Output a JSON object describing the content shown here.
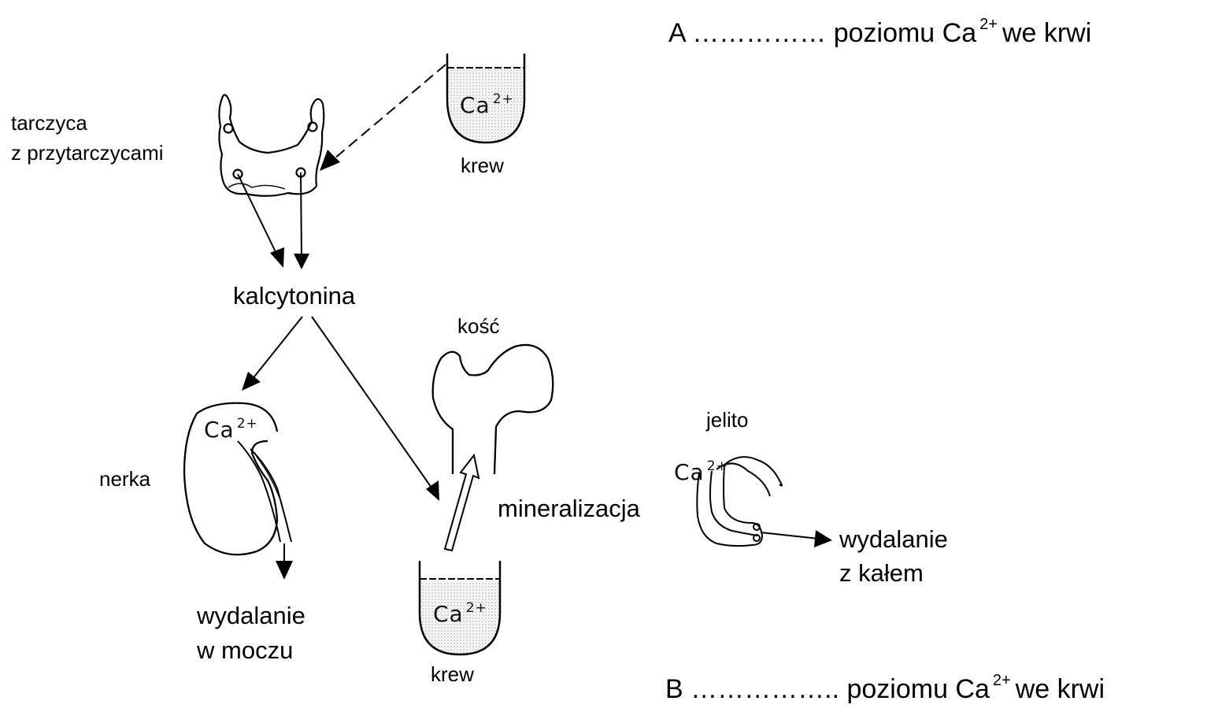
{
  "header_a": {
    "prefix": "A …………… poziomu Ca",
    "sup": "2+",
    "suffix": "we krwi"
  },
  "header_b": {
    "prefix": "B …………….. poziomu Ca",
    "sup": "2+",
    "suffix": "we krwi"
  },
  "thyroid": {
    "label_line1": "tarczyca",
    "label_line2": "z przytarczycami"
  },
  "blood_top": {
    "label": "krew",
    "ion": "Ca",
    "ion_sup": "2+"
  },
  "hormone": {
    "label": "kalcytonina"
  },
  "bone": {
    "label": "kość"
  },
  "kidney": {
    "label": "nerka",
    "ion": "Ca",
    "ion_sup": "2+",
    "outcome_line1": "wydalanie",
    "outcome_line2": "w moczu"
  },
  "process": {
    "label": "mineralizacja"
  },
  "blood_bottom": {
    "label": "krew",
    "ion": "Ca",
    "ion_sup": "2+"
  },
  "intestine": {
    "label": "jelito",
    "ion": "Ca",
    "ion_sup": "2+",
    "outcome_line1": "wydalanie",
    "outcome_line2": "z kałem"
  }
}
